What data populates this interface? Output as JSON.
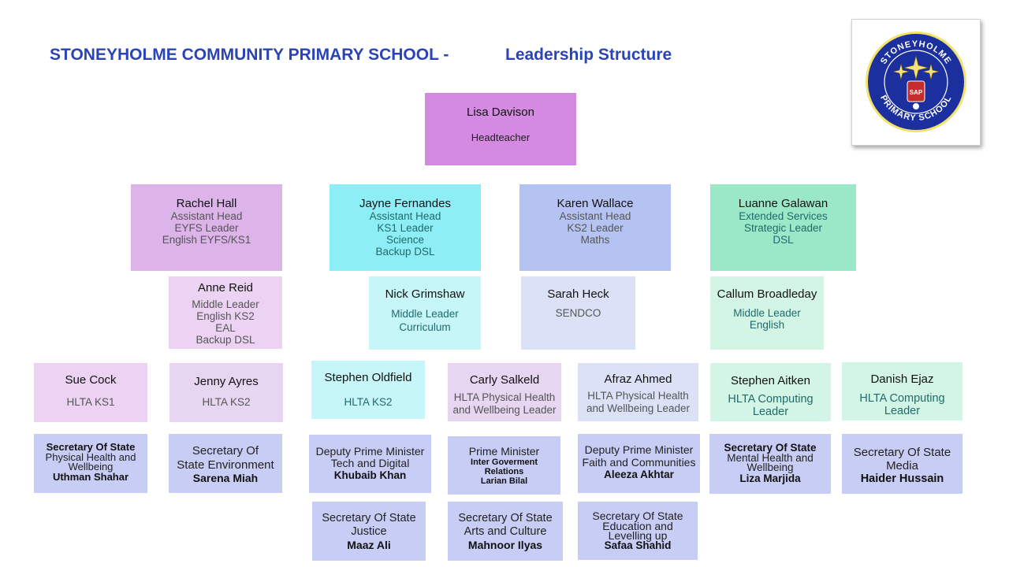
{
  "header": {
    "school": "STONEYHOLME COMMUNITY PRIMARY SCHOOL -",
    "subtitle": "Leadership Structure",
    "logo_text": "STONEYHOLME PRIMARY SCHOOL"
  },
  "head": {
    "name": "Lisa Davison",
    "role": "Headteacher"
  },
  "leaders": [
    {
      "name": "Rachel Hall",
      "roles": [
        "Assistant Head",
        "EYFS Leader",
        "English EYFS/KS1"
      ],
      "color": "#dcb4ea"
    },
    {
      "name": "Jayne Fernandes",
      "roles": [
        "Assistant Head",
        "KS1 Leader",
        "Science",
        "Backup DSL"
      ],
      "color": "#8eeef6"
    },
    {
      "name": "Karen Wallace",
      "roles": [
        "Assistant Head",
        "KS2 Leader",
        "Maths"
      ],
      "color": "#b5c3f3"
    },
    {
      "name": "Luanne Galawan",
      "roles": [
        "Extended Services",
        "Strategic Leader",
        "DSL"
      ],
      "color": "#9ae8c8"
    }
  ],
  "middle": [
    {
      "name": "Anne Reid",
      "roles": [
        "Middle Leader",
        "English KS2",
        "EAL",
        "Backup DSL"
      ]
    },
    {
      "name": "Nick Grimshaw",
      "roles": [
        "Middle Leader",
        "Curriculum"
      ]
    },
    {
      "name": "Sarah Heck",
      "roles": [
        "SENDCO"
      ]
    },
    {
      "name": "Callum Broadleday",
      "roles": [
        "Middle Leader",
        "English"
      ]
    }
  ],
  "hlta": [
    {
      "name": "Sue Cock",
      "role": "HLTA KS1"
    },
    {
      "name": "Jenny Ayres",
      "role": "HLTA KS2"
    },
    {
      "name": "Stephen Oldfield",
      "role": "HLTA KS2"
    },
    {
      "name": "Carly Salkeld",
      "role": "HLTA Physical Health and Wellbeing Leader"
    },
    {
      "name": "Afraz Ahmed",
      "role": "HLTA Physical Health and Wellbeing Leader"
    },
    {
      "name": "Stephen Aitken",
      "role": "HLTA Computing Leader"
    },
    {
      "name": "Danish Ejaz",
      "role": "HLTA Computing Leader"
    }
  ],
  "pupils": [
    {
      "title": "Secretary Of State",
      "sub": "Physical Health and Wellbeing",
      "name": "Uthman Shahar"
    },
    {
      "title": "Secretary Of",
      "sub": "State  Environment",
      "name": "Sarena Miah"
    },
    {
      "title": "Deputy Prime Minister",
      "sub": "Tech and Digital",
      "name": "Khubaib Khan"
    },
    {
      "title": "Prime Minister",
      "sub": "Inter Goverment Relations",
      "name": "Larian Bilal"
    },
    {
      "title": "Deputy Prime Minister",
      "sub": "Faith and Communities",
      "name": "Aleeza Akhtar"
    },
    {
      "title": "Secretary Of State",
      "sub": "Mental Health and Wellbeing",
      "name": "Liza Marjida"
    },
    {
      "title": "Secretary Of State",
      "sub": "Media",
      "name": "Haider Hussain"
    },
    {
      "title": "Secretary Of State",
      "sub": "Justice",
      "name": "Maaz Ali"
    },
    {
      "title": "Secretary Of State",
      "sub": "Arts and Culture",
      "name": "Mahnoor Ilyas"
    },
    {
      "title": "Secretary Of State",
      "sub": "Education and Levelling up",
      "name": "Safaa Shahid"
    }
  ],
  "colors": {
    "title": "#2a44b8",
    "head": "#d48ae0",
    "middle_purple": "#ecd3f3",
    "middle_cyan": "#c6f6f8",
    "middle_blue": "#dbe2f8",
    "middle_green": "#d3f5e6",
    "pupil": "#c7cdf5"
  }
}
